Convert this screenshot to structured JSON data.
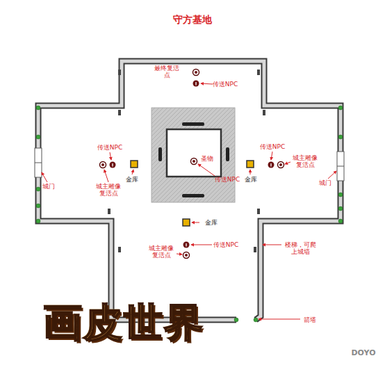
{
  "diagram": {
    "title": "守方基地",
    "labels": [
      "最终复活点",
      "传送NPC",
      "传送NPC",
      "城主雕像复活点",
      "金库",
      "圣物",
      "传送NPC",
      "传送NPC",
      "城主雕像复活点",
      "金库",
      "城门",
      "城门",
      "金库",
      "城主雕像复活点",
      "传送NPC",
      "楼梯，可爬上城墙",
      "箭塔",
      "画皮世界",
      "DOYO"
    ]
  }
}
